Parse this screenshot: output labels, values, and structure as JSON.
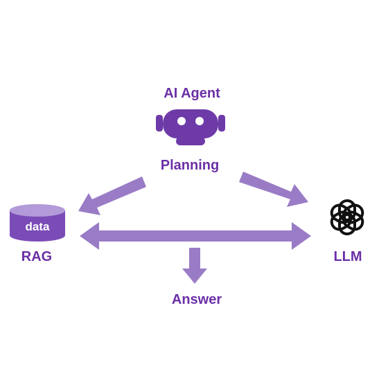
{
  "agent": {
    "title": "AI Agent",
    "subtitle": "Planning",
    "icon": "robot-icon"
  },
  "rag": {
    "db_label": "data",
    "label": "RAG",
    "icon": "database-icon"
  },
  "llm": {
    "label": "LLM",
    "icon": "openai-logo-icon"
  },
  "output": {
    "label": "Answer"
  },
  "colors": {
    "text": "#6b2fa6",
    "arrow": "#9a7cc6",
    "robot": "#6e3aa8",
    "db_top": "#b39ad8",
    "db_body": "#7b4cb8"
  }
}
